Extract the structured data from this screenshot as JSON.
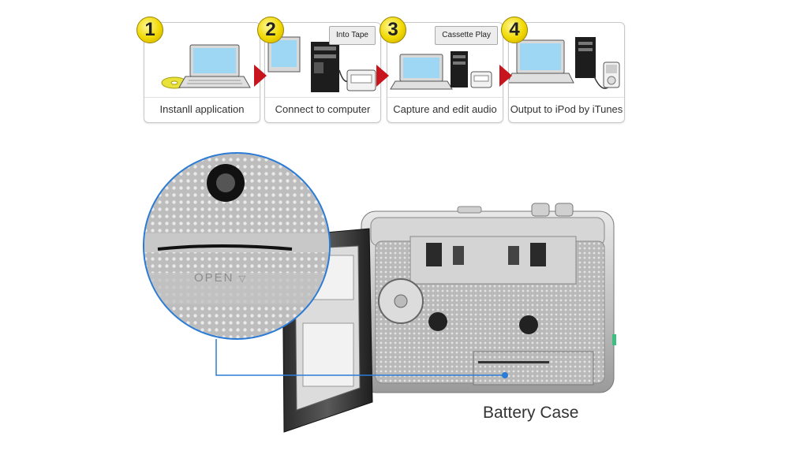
{
  "steps": [
    {
      "number": "1",
      "caption": "Instanll application",
      "tag": ""
    },
    {
      "number": "2",
      "caption": "Connect to computer",
      "tag": "Into Tape"
    },
    {
      "number": "3",
      "caption": "Capture and edit audio",
      "tag": "Cassette Play"
    },
    {
      "number": "4",
      "caption": "Output to iPod by iTunes",
      "tag": ""
    }
  ],
  "zoom_label": "OPEN",
  "battery_caption": "Battery Case",
  "colors": {
    "badge": "#f0d800",
    "arrow": "#c8141c",
    "callout_line": "#2a7bd5"
  }
}
